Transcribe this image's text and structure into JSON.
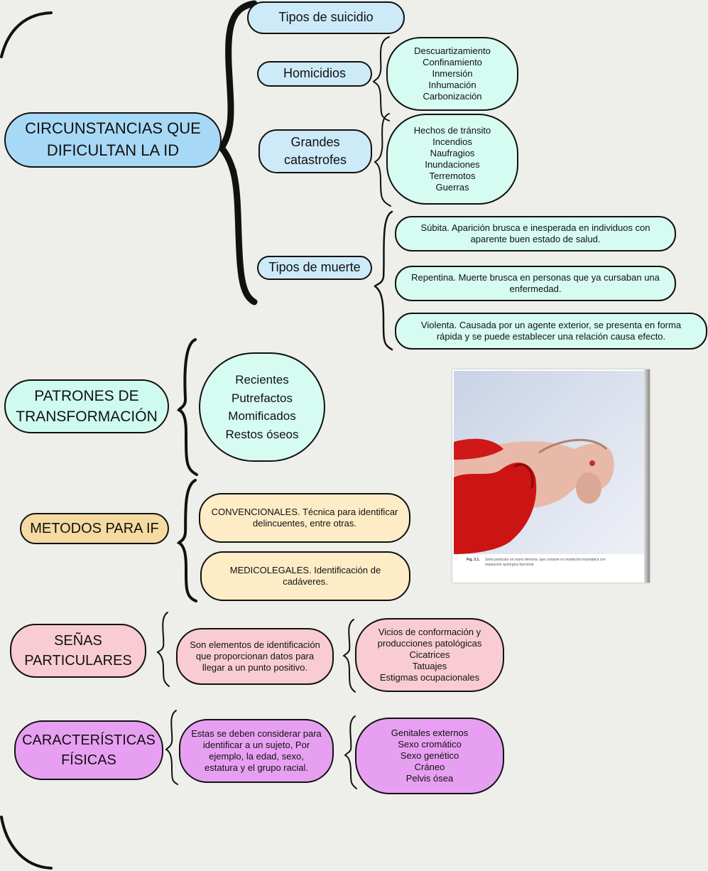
{
  "main": {
    "title": "CIRCUNSTANCIAS QUE\nDIFICULTAN LA ID",
    "branches": [
      {
        "label": "Tipos de suicidio"
      },
      {
        "label": "Homicidios",
        "details": "Descuartizamiento\nConfinamiento\nInmersión\nInhumación\nCarbonización"
      },
      {
        "label": "Grandes\ncatastrofes",
        "details": "Hechos de tránsito\nIncendios\nNaufragios\nInundaciones\nTerremotos\nGuerras"
      },
      {
        "label": "Tipos de muerte",
        "details": [
          "Súbita. Aparición brusca e inesperada en individuos con\naparente buen estado de salud.",
          "Repentina. Muerte brusca en personas que ya cursaban una\nenfermedad.",
          "Violenta. Causada por un agente exterior, se presenta en forma\nrápida y se puede establecer una relación causa efecto."
        ]
      }
    ]
  },
  "patrones": {
    "title": "PATRONES DE\nTRANSFORMACIÓN",
    "items": "Recientes\nPutrefactos\nMomificados\nRestos óseos"
  },
  "metodos": {
    "title": "METODOS PARA IF",
    "items": [
      "CONVENCIONALES. Técnica para identificar\ndelincuentes, entre otras.",
      "MEDICOLEGALES. Identificación de\ncadáveres."
    ]
  },
  "senas": {
    "title": "SEÑAS\nPARTICULARES",
    "definition": "Son elementos de identificación\nque proporcionan datos para\nllegar a un punto positivo.",
    "items": "Vicios de conformación y\nproducciones patológicas\nCicatrices\nTatuajes\nEstigmas ocupacionales"
  },
  "caracteristicas": {
    "title": "CARACTERÍSTICAS\nFÍSICAS",
    "definition": "Estas se deben considerar para\nidentificar a un sujeto, Por\nejemplo, la edad, sexo,\nestatura y el grupo racial.",
    "items": "Genitales externos\nSexo cromático\nSexo genético\nCráneo\nPelvis ósea"
  },
  "photo": {
    "caption_label": "Fig. 3.1.",
    "caption_text": "Seña particular en mano derecha, que consiste en mutilación traumática con reparación quirúrgica funcional."
  },
  "colors": {
    "blue": "#a7d9f7",
    "light_blue": "#cdeaf9",
    "mint": "#d6fbf1",
    "cream": "#fdecc6",
    "tan": "#f5dba1",
    "pink": "#f9ccd4",
    "violet": "#e7a0f1"
  }
}
